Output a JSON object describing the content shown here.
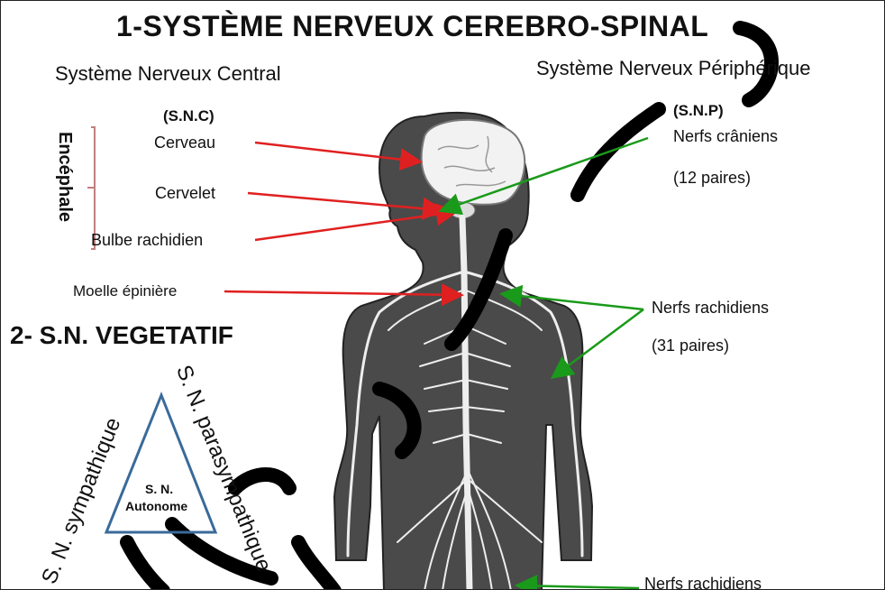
{
  "title": "1-SYSTÈME NERVEUX CEREBRO-SPINAL",
  "central": {
    "heading": "Système Nerveux  Central",
    "abbr": "(S.N.C)",
    "group_label": "Encéphale",
    "parts": [
      "Cerveau",
      "Cervelet",
      "Bulbe rachidien",
      "Moelle épinière"
    ]
  },
  "peripheral": {
    "heading": "Système Nerveux  Périphérique",
    "abbr": "(S.N.P)",
    "cranial": {
      "name": "Nerfs crâniens",
      "count": "(12 paires)"
    },
    "spinal": {
      "name": "Nerfs rachidiens",
      "count": "(31 paires)"
    },
    "spinal_lower": "Nerfs rachidiens"
  },
  "vegetatif": {
    "heading": "2- S.N. VEGETATIF",
    "sympathique": "S. N. sympathique",
    "parasympathique": "S. N. parasympathique",
    "center_line1": "S. N.",
    "center_line2": "Autonome"
  },
  "colors": {
    "central_arrows": "#e02020",
    "peripheral_arrows": "#1a9a1a",
    "triangle": "#3a6a9a",
    "body": "#4a4a4a",
    "nerves": "#eeeeee"
  }
}
